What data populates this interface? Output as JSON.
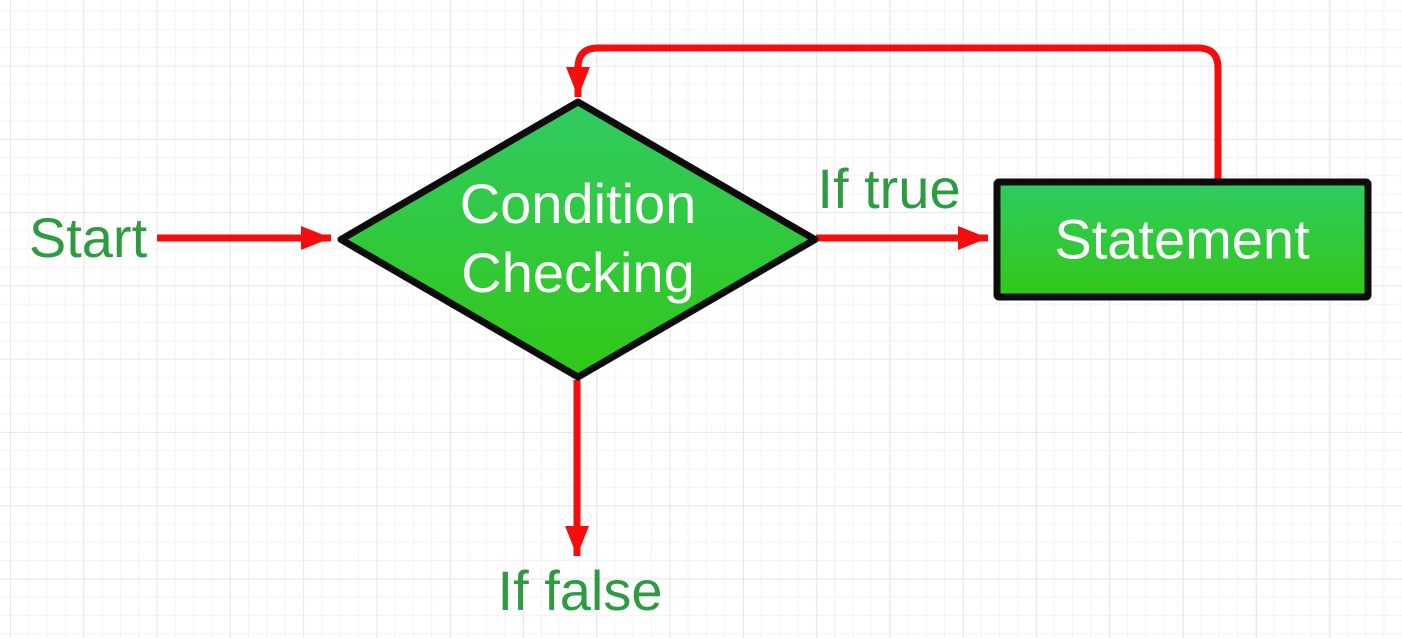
{
  "diagram": {
    "type": "flowchart",
    "description": "While-loop control flow: condition checking diamond with true branch to statement (looping back) and false branch exiting"
  },
  "labels": {
    "start": "Start",
    "if_true": "If true",
    "if_false": "If false"
  },
  "nodes": {
    "condition": {
      "shape": "diamond",
      "text": "Condition\nChecking"
    },
    "statement": {
      "shape": "rectangle",
      "text": "Statement"
    }
  },
  "edges": [
    {
      "from": "start-label",
      "to": "condition",
      "label": ""
    },
    {
      "from": "condition",
      "to": "statement",
      "label": "If true"
    },
    {
      "from": "statement",
      "to": "condition",
      "label": "",
      "kind": "loop-back"
    },
    {
      "from": "condition",
      "to": "exit",
      "label": "If false"
    }
  ],
  "colors": {
    "arrow_red": "#f50d0d",
    "node_fill_top": "#30cb62",
    "node_fill_bottom": "#32c717",
    "node_border": "#0c0c0c",
    "node_text": "#ffffff",
    "label_green": "#2e9b43",
    "grid_minor": "#f4f4f4",
    "grid_major": "#e8e8e8",
    "background": "#ffffff"
  }
}
